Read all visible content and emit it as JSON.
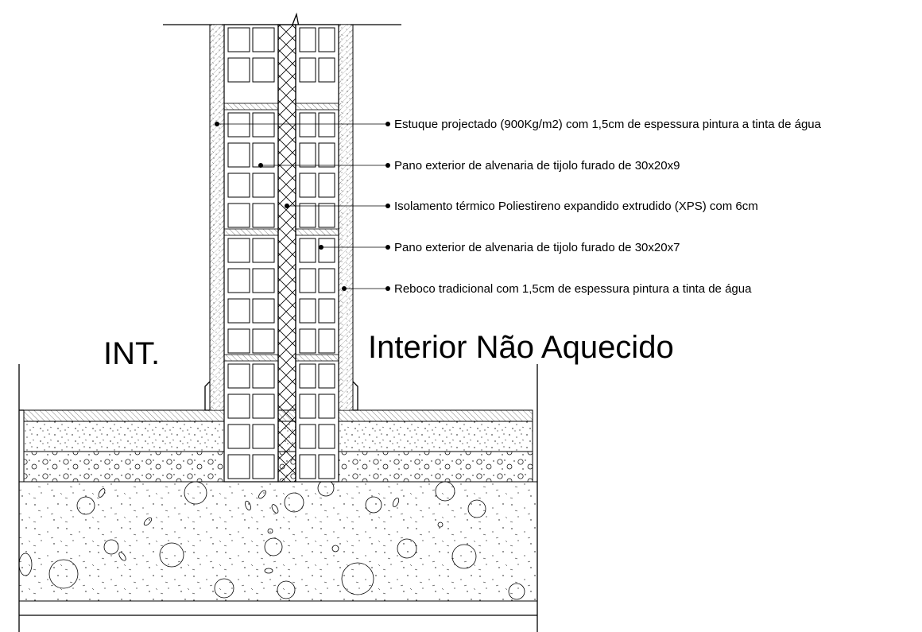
{
  "labels": {
    "int": "INT.",
    "nao_aquecido": "Interior Não Aquecido"
  },
  "callouts": [
    {
      "text": "Estuque projectado (900Kg/m2) com 1,5cm de espessura pintura a tinta de água"
    },
    {
      "text": "Pano exterior de alvenaria de tijolo furado de 30x20x9"
    },
    {
      "text": "Isolamento térmico Poliestireno expandido extrudido (XPS) com 6cm"
    },
    {
      "text": "Pano exterior de alvenaria de tijolo furado de 30x20x7"
    },
    {
      "text": "Reboco tradicional com 1,5cm de espessura pintura a tinta de água"
    }
  ]
}
